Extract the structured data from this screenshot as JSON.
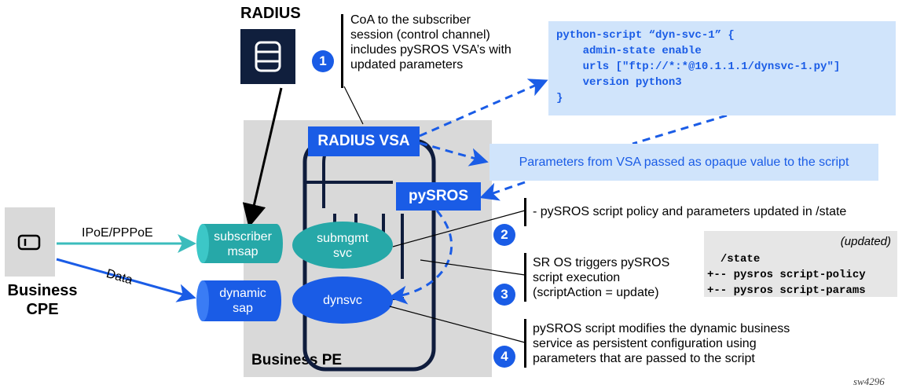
{
  "radius": {
    "title": "RADIUS"
  },
  "steps": [
    {
      "num": "1",
      "text": "CoA to the subscriber\nsession (control channel)\nincludes pySROS VSA’s with\nupdated parameters"
    },
    {
      "num": "2",
      "text": "- pySROS script policy and parameters updated in /state"
    },
    {
      "num": "3",
      "text": "SR OS triggers pySROS\nscript execution\n(scriptAction = update)"
    },
    {
      "num": "4",
      "text": "pySROS script modifies the dynamic business\nservice as persistent configuration using\nparameters that are passed to the script"
    }
  ],
  "code": "python-script “dyn-svc-1” {\n    admin-state enable\n    urls [\"ftp://*:*@10.1.1.1/dynsvc-1.py\"]\n    version python3\n}",
  "param_box": "Parameters from VSA passed as opaque value to the script",
  "labels": {
    "radius_vsa": "RADIUS VSA",
    "pysros": "pySROS",
    "business_pe": "Business PE",
    "subscriber_msap": "subscriber\nmsap",
    "submgmt_svc": "submgmt\nsvc",
    "dynamic_sap": "dynamic\nsap",
    "dynsvc": "dynsvc",
    "ipoe": "IPoE/PPPoE",
    "data": "Data",
    "business_cpe": "Business\nCPE",
    "figure_id": "sw4296"
  },
  "state_box": {
    "lines": "/state\n+-- pysros script-policy\n+-- pysros script-params",
    "updated": "(updated)"
  },
  "colors": {
    "accent": "#1a5ce6",
    "teal": "#26a8a8",
    "navy": "#101f3d",
    "light_blue": "#d0e4fb",
    "gray": "#d9d9d9"
  }
}
